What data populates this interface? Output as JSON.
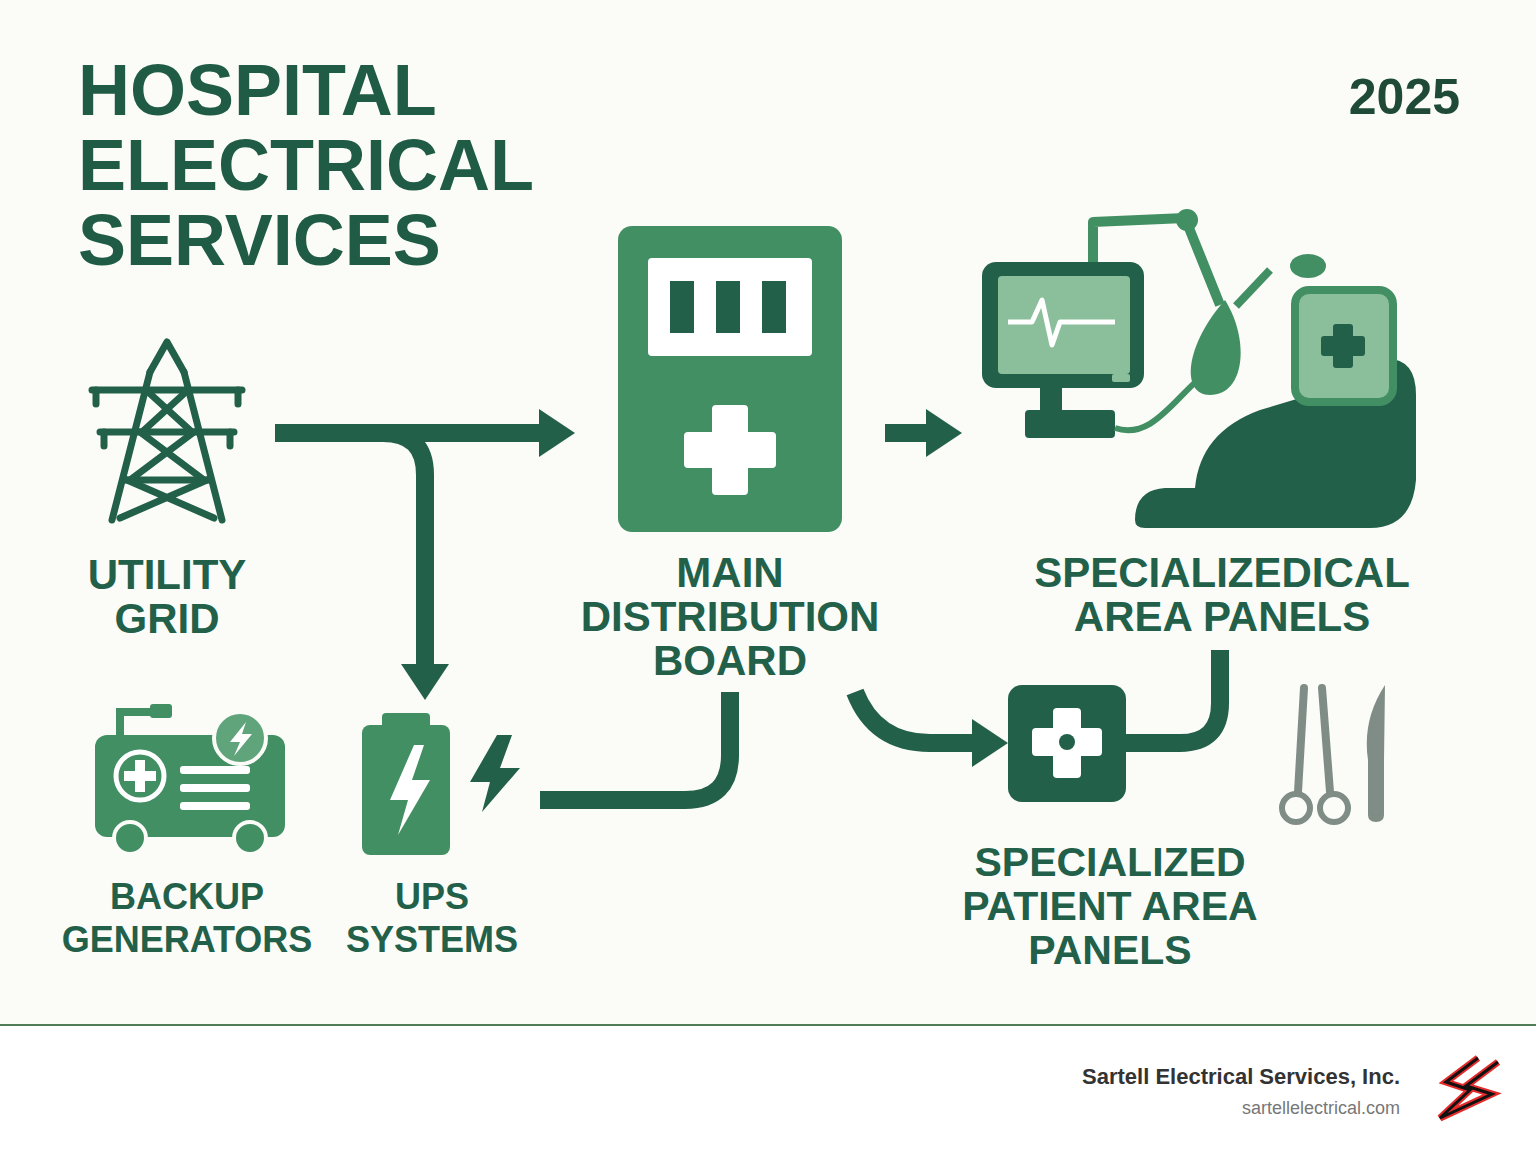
{
  "diagram": {
    "title": "HOSPITAL ELECTRICAL SERVICES",
    "nodes": [
      {
        "text": [
          "UTILITY GRID"
        ]
      },
      {
        "text": [
          "MAIN DISTRIBUTION BOARD"
        ]
      },
      {
        "text": [
          "SPECIALIZEDICAL AREA PANELS"
        ]
      },
      {
        "text": [
          "BACKUP GENERATORS"
        ]
      },
      {
        "text": [
          "UPS SYSTEMS"
        ]
      },
      {
        "text": [
          "SPECIALIZED PATIENT AREA PANELS"
        ]
      }
    ],
    "edges": [
      {
        "from": 0,
        "to": 1,
        "arrow": "to"
      },
      {
        "from": 0,
        "to": 4,
        "arrow": "to"
      },
      {
        "from": 1,
        "to": 2,
        "arrow": "to"
      },
      {
        "from": 1,
        "to": 5,
        "arrow": "to"
      },
      {
        "from": 1,
        "to": 4,
        "arrow": "none"
      },
      {
        "from": 2,
        "to": 5,
        "arrow": "none"
      }
    ],
    "labels": [
      "2025",
      "Sartell Electrical Services, Inc.",
      "sartellelectrical.com"
    ]
  }
}
